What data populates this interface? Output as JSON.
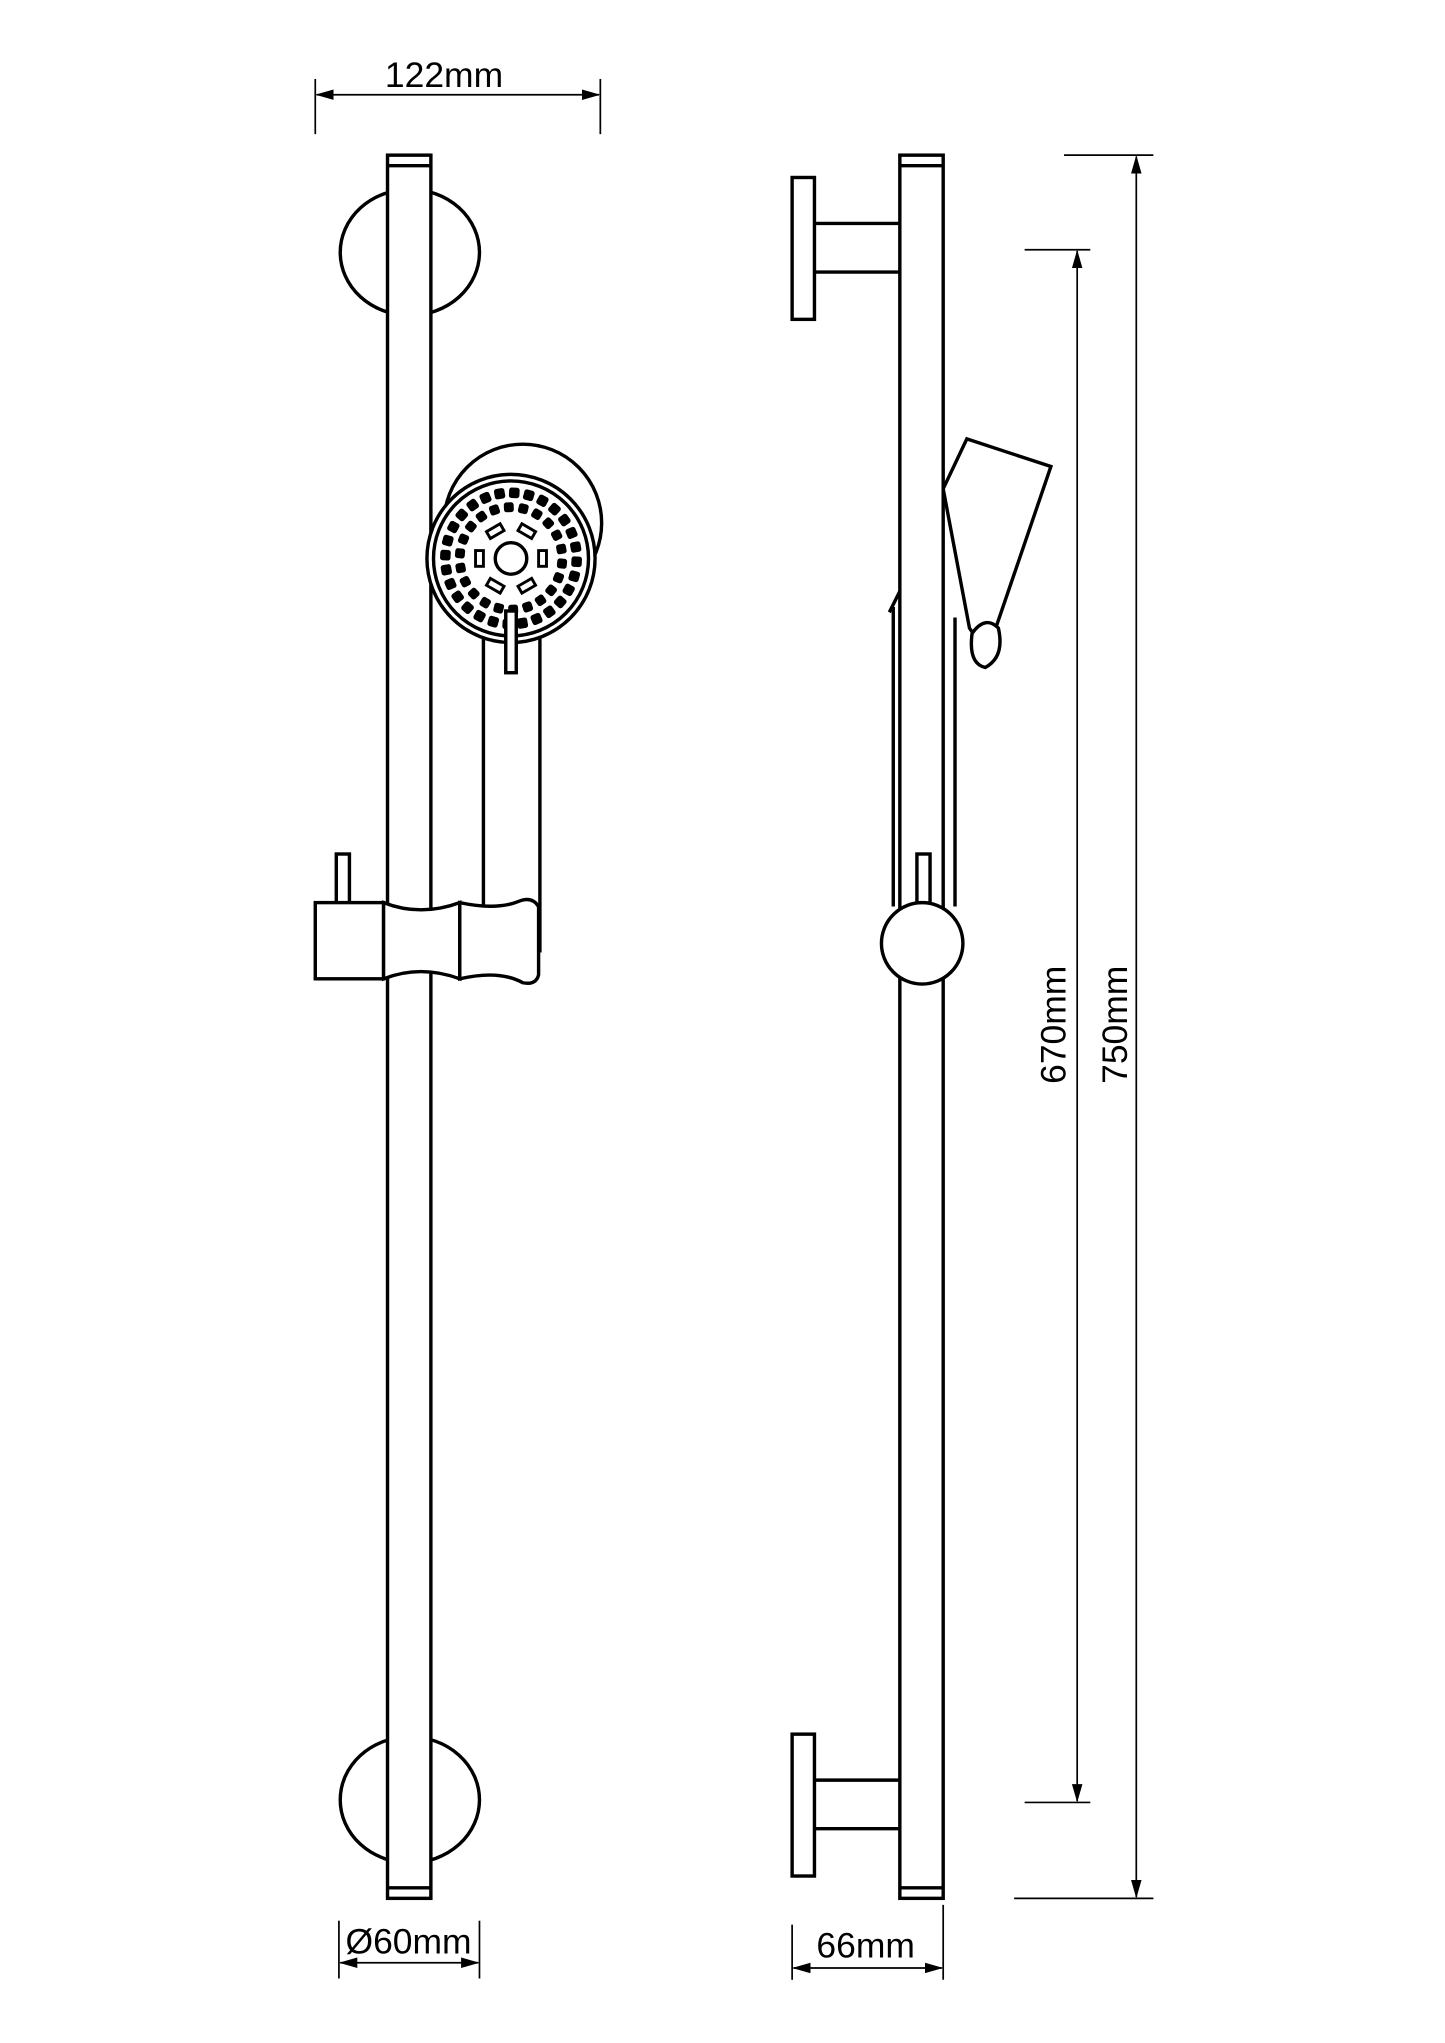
{
  "drawing": {
    "line_color": "#000000",
    "background": "#ffffff",
    "views": [
      "front",
      "side"
    ],
    "dimensions": {
      "width": "122mm",
      "flange_diameter": "Ø60mm",
      "projection": "66mm",
      "fixing_centres": "670mm",
      "total_height": "750mm"
    }
  }
}
